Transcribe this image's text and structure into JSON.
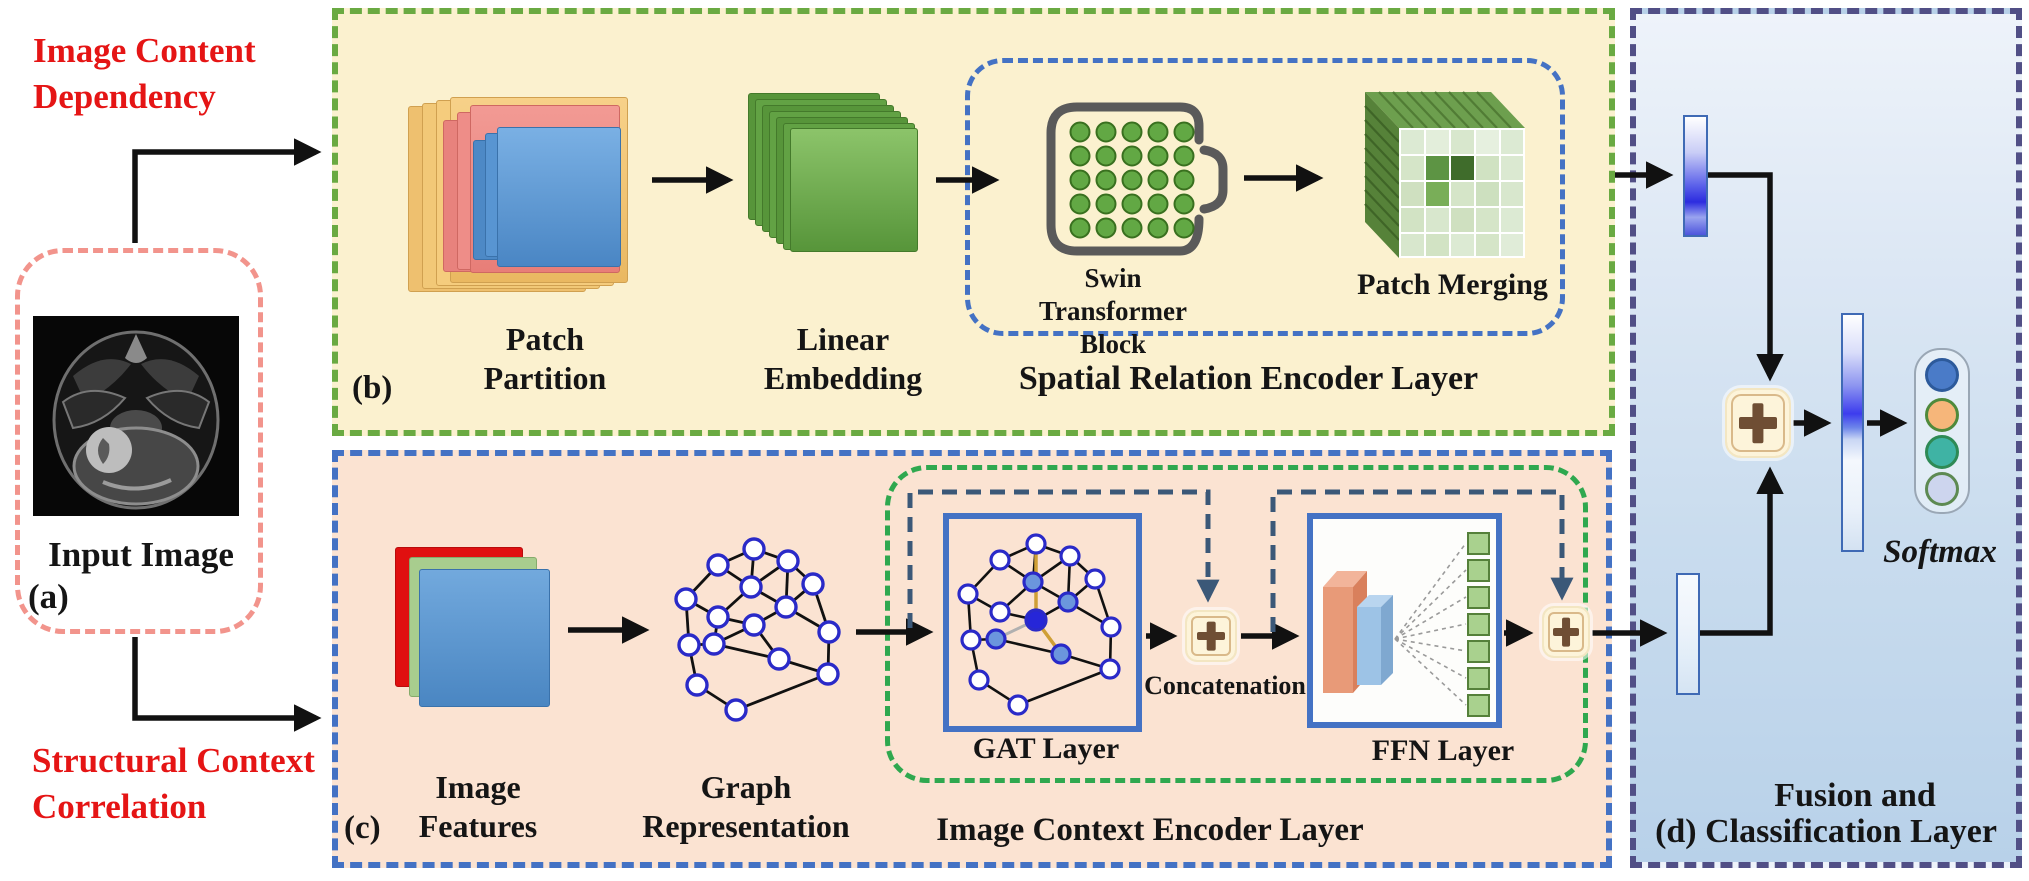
{
  "diagram": {
    "left": {
      "content_dependency_line1": "Image Content",
      "content_dependency_line2": "Dependency",
      "context_correlation_line1": "Structural Context",
      "context_correlation_line2": "Correlation",
      "input_label": "Input Image",
      "panel_tag": "(a)"
    },
    "spatial_branch": {
      "panel_tag": "(b)",
      "patch_partition_line1": "Patch",
      "patch_partition_line2": "Partition",
      "linear_embedding_line1": "Linear",
      "linear_embedding_line2": "Embedding",
      "swin_block_line1": "Swin Transformer",
      "swin_block_line2": "Block",
      "patch_merging_label": "Patch Merging",
      "layer_label": "Spatial Relation Encoder Layer"
    },
    "context_branch": {
      "panel_tag": "(c)",
      "image_features_line1": "Image",
      "image_features_line2": "Features",
      "graph_line1": "Graph",
      "graph_line2": "Representation",
      "gat_label": "GAT Layer",
      "concatenation_label": "Concatenation",
      "ffn_label": "FFN Layer",
      "layer_label": "Image Context Encoder Layer"
    },
    "fusion_panel": {
      "softmax_label": "Softmax",
      "fusion_line1": "Fusion and",
      "fusion_line2": "(d) Classification Layer"
    },
    "colors": {
      "red_text": "#e51515",
      "spatial_bg": "#fbf1cf",
      "spatial_border": "#6aaa42",
      "context_bg": "#fbe3d2",
      "context_border": "#4472c4",
      "fusion_border": "#514f86",
      "inner_blue_dashed": "#4472c4",
      "inner_green_dashed": "#2fa84f",
      "skip_connection": "#3b5878",
      "arrow": "#111111"
    }
  }
}
